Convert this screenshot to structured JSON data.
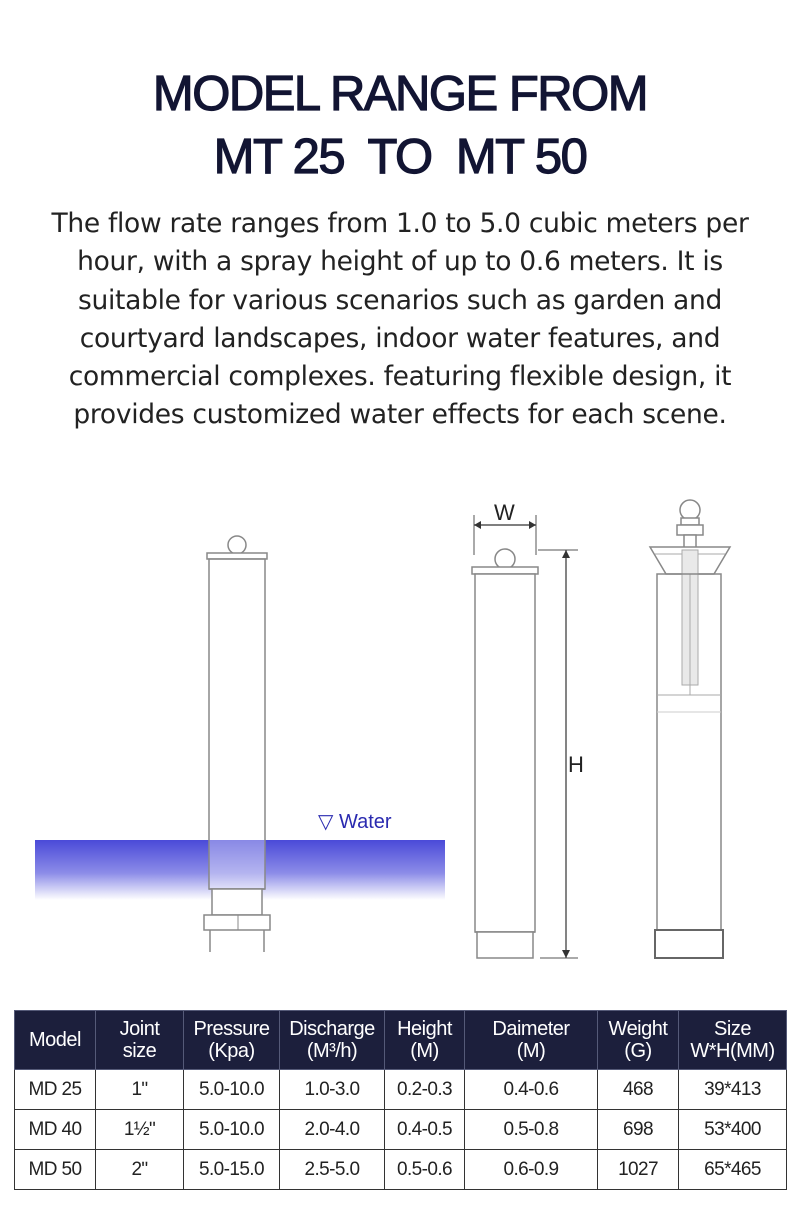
{
  "title": {
    "line1": "MODEL RANGE FROM",
    "line2": "MT 25  TO  MT 50"
  },
  "description": "The flow rate ranges from 1.0 to 5.0 cubic meters per hour, with a spray height of up to 0.6 meters. It is suitable for various scenarios such as garden and courtyard landscapes, indoor water features, and commercial complexes. featuring flexible design, it provides customized water effects for each scene.",
  "diagram": {
    "water_label": "▽ Water",
    "width_label": "W",
    "height_label": "H"
  },
  "table": {
    "headers": [
      [
        "Model"
      ],
      [
        "Joint",
        "size"
      ],
      [
        "Pressure",
        "(Kpa)"
      ],
      [
        "Discharge",
        "(M³/h)"
      ],
      [
        "Height",
        "(M)"
      ],
      [
        "Daimeter",
        "(M)"
      ],
      [
        "Weight",
        "(G)"
      ],
      [
        "Size",
        "W*H(MM)"
      ]
    ],
    "rows": [
      [
        "MD 25",
        "1ʺ",
        "5.0-10.0",
        "1.0-3.0",
        "0.2-0.3",
        "0.4-0.6",
        "468",
        "39*413"
      ],
      [
        "MD 40",
        "1½ʺ",
        "5.0-10.0",
        "2.0-4.0",
        "0.4-0.5",
        "0.5-0.8",
        "698",
        "53*400"
      ],
      [
        "MD 50",
        "2ʺ",
        "5.0-15.0",
        "2.5-5.0",
        "0.5-0.6",
        "0.6-0.9",
        "1027",
        "65*465"
      ]
    ]
  },
  "colors": {
    "title": "#121533",
    "header_bg": "#1c1f3c",
    "water": "#4a4ad8"
  }
}
